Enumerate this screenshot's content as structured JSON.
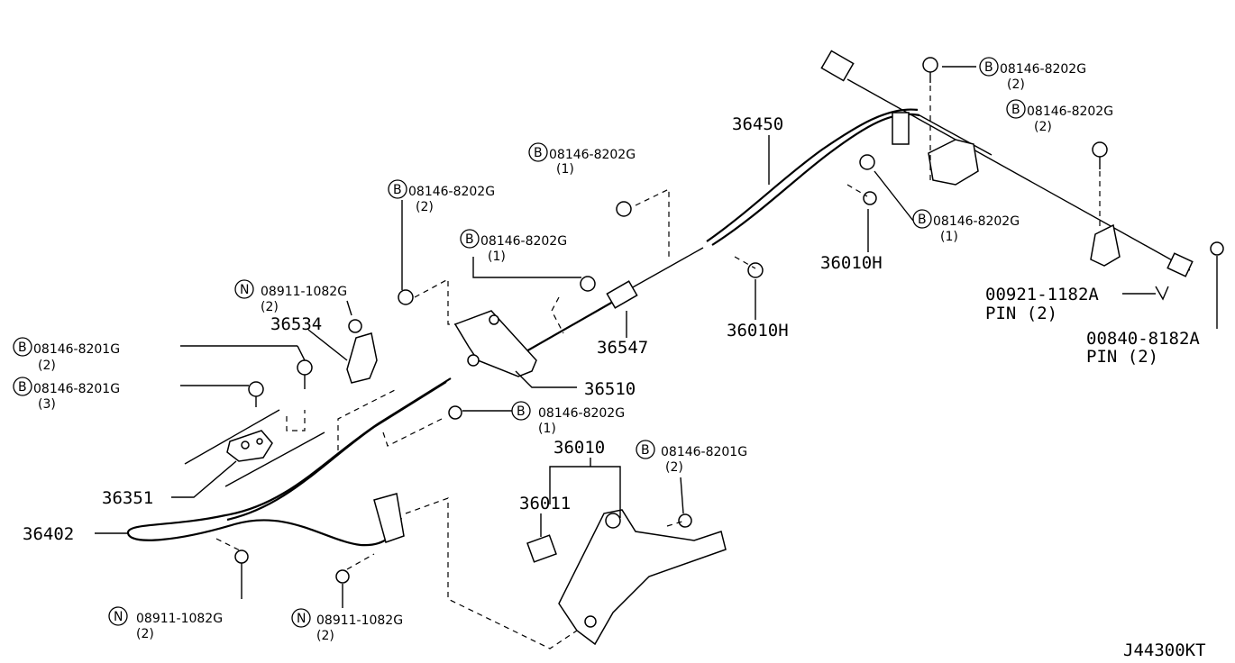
{
  "diagram_code": "J44300KT",
  "labels": {
    "p36450": "36450",
    "p36010H_a": "36010H",
    "p36010H_b": "36010H",
    "p36534": "36534",
    "p36547": "36547",
    "p36510": "36510",
    "p36010": "36010",
    "p36011": "36011",
    "p36351": "36351",
    "p36402": "36402",
    "p00921": "00921-1182A",
    "p00921_pin": "PIN (2)",
    "p00840": "00840-8182A",
    "p00840_pin": "PIN (2)"
  },
  "fasteners": [
    {
      "prefix": "B",
      "code": "08146-8202G",
      "qty": "(2)"
    },
    {
      "prefix": "B",
      "code": "08146-8202G",
      "qty": "(2)"
    },
    {
      "prefix": "B",
      "code": "08146-8202G",
      "qty": "(1)"
    },
    {
      "prefix": "B",
      "code": "08146-8202G",
      "qty": "(1)"
    },
    {
      "prefix": "B",
      "code": "08146-8202G",
      "qty": "(2)"
    },
    {
      "prefix": "B",
      "code": "08146-8202G",
      "qty": "(1)"
    },
    {
      "prefix": "N",
      "code": "08911-1082G",
      "qty": "(2)"
    },
    {
      "prefix": "B",
      "code": "08146-8201G",
      "qty": "(2)"
    },
    {
      "prefix": "B",
      "code": "08146-8201G",
      "qty": "(3)"
    },
    {
      "prefix": "B",
      "code": "08146-8202G",
      "qty": "(1)"
    },
    {
      "prefix": "B",
      "code": "08146-8201G",
      "qty": "(2)"
    },
    {
      "prefix": "N",
      "code": "08911-1082G",
      "qty": "(2)"
    },
    {
      "prefix": "N",
      "code": "08911-1082G",
      "qty": "(2)"
    }
  ]
}
